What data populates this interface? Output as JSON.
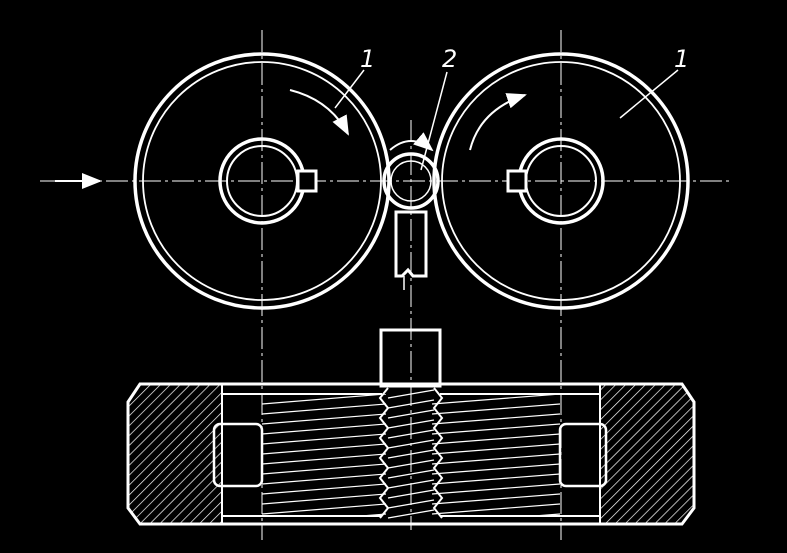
{
  "drawing": {
    "labels": {
      "roller_left": "1",
      "workpiece": "2",
      "roller_right": "1"
    },
    "colors": {
      "background": "#000000",
      "line": "#ffffff"
    }
  }
}
